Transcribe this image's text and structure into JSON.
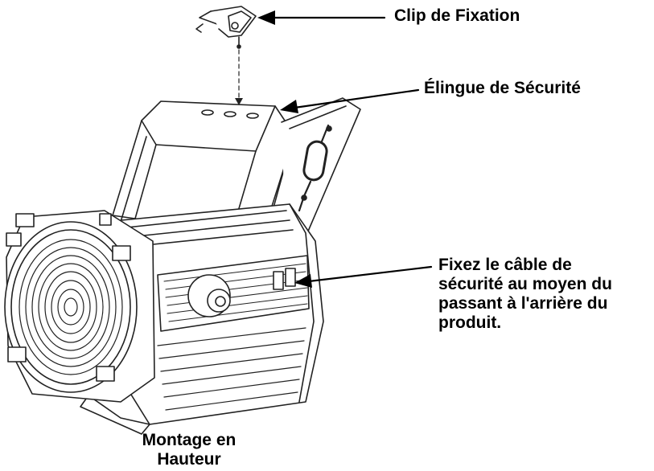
{
  "labels": {
    "clip": "Clip de Fixation",
    "sling": "Élingue de Sécurité",
    "attach_lines": [
      "Fixez le câble de",
      "sécurité au moyen du",
      "passant à l'arrière du",
      "produit."
    ],
    "mount_lines": [
      "Montage en",
      "Hauteur"
    ]
  },
  "colors": {
    "ink": "#000000",
    "paper": "#ffffff",
    "line": "#222222"
  }
}
